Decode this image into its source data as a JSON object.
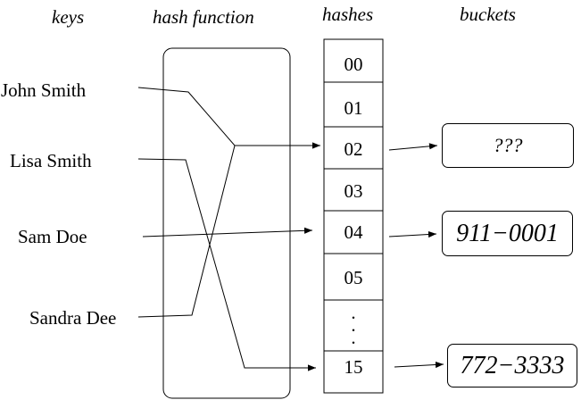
{
  "headers": {
    "keys": "keys",
    "hash_function": "hash function",
    "hashes": "hashes",
    "buckets": "buckets"
  },
  "keys": [
    "John Smith",
    "Lisa Smith",
    "Sam Doe",
    "Sandra Dee"
  ],
  "hashes": [
    "00",
    "01",
    "02",
    "03",
    "04",
    "05",
    ".",
    "15"
  ],
  "buckets": [
    "???",
    "911−0001",
    "772−3333"
  ]
}
